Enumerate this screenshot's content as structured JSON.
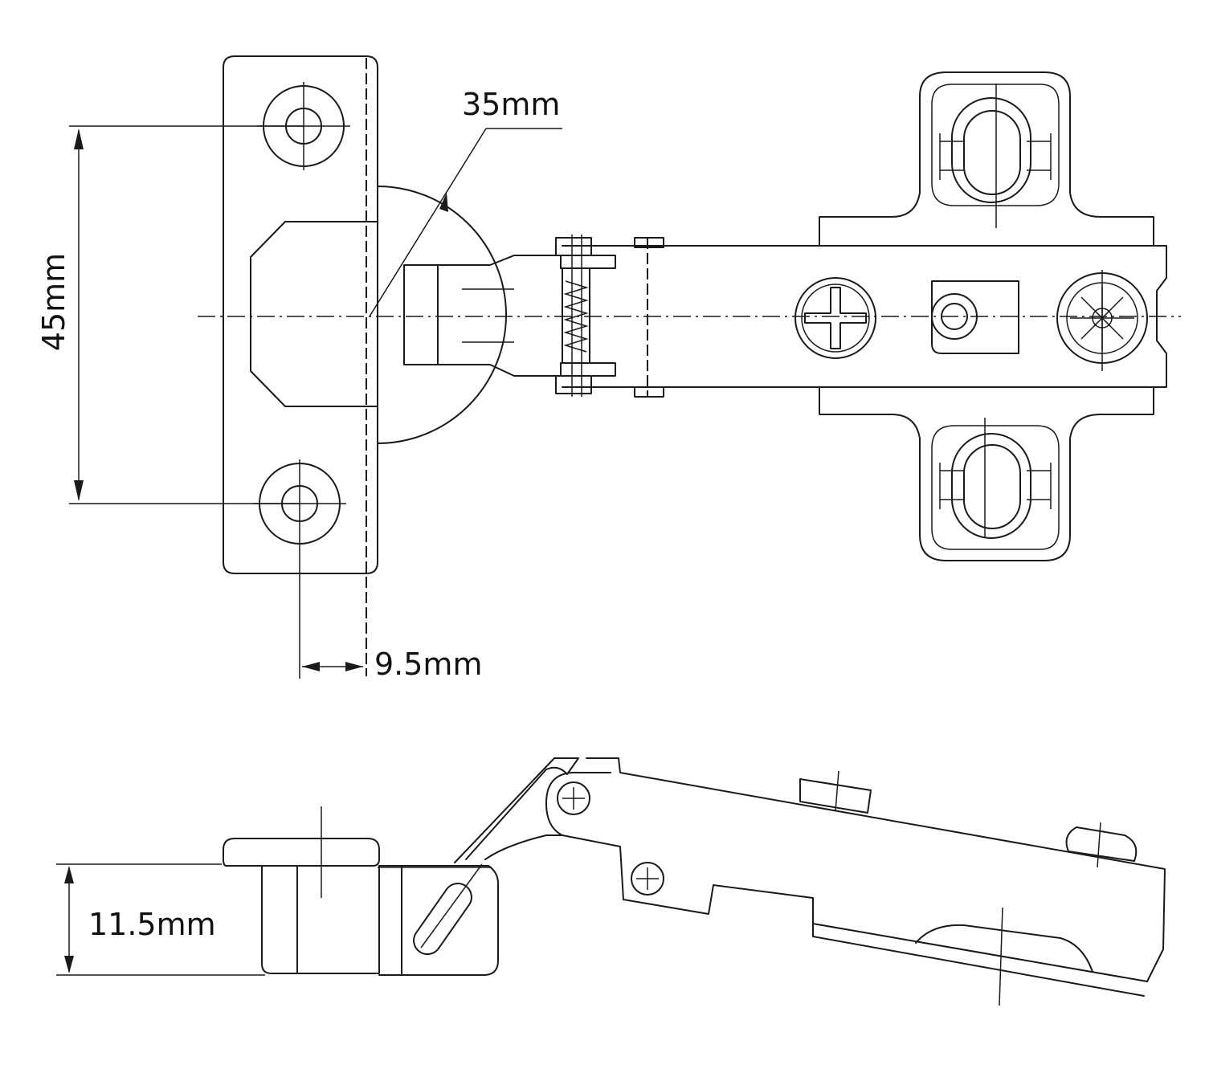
{
  "dimensions": {
    "hole_spacing": "45mm",
    "cup_diameter": "35mm",
    "cup_offset": "9.5mm",
    "overlay_height": "11.5mm"
  }
}
